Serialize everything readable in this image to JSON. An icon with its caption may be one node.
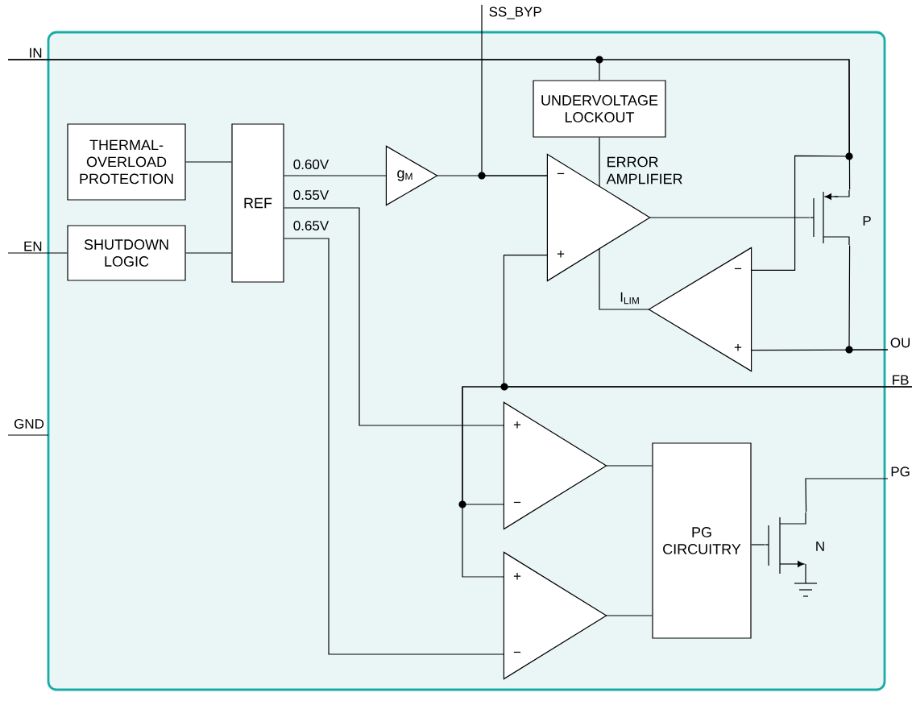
{
  "diagram": {
    "nodes": [
      {
        "text": [
          "THERMAL-OVERLOAD PROTECTION"
        ]
      },
      {
        "text": [
          "SHUTDOWN LOGIC"
        ]
      },
      {
        "text": [
          "REF"
        ]
      },
      {
        "text": [
          "g$_{M}$"
        ]
      },
      {
        "text": [
          "UNDERVOLTAGE LOCKOUT"
        ]
      },
      {
        "text": [
          "ERROR AMPLIFIER"
        ]
      },
      {
        "text": [],
        "shape": "triangle",
        "beside": [
          "I$_{LIM}$"
        ]
      },
      {
        "text": [],
        "shape": "transistor",
        "beside": [
          "P"
        ]
      },
      {
        "text": [],
        "shape": "triangle"
      },
      {
        "text": [],
        "shape": "triangle"
      },
      {
        "text": [
          "PG CIRCUITRY"
        ]
      },
      {
        "text": [],
        "shape": "transistor",
        "beside": [
          "N"
        ]
      },
      {
        "text": [
          "IN"
        ]
      },
      {
        "text": [
          "EN"
        ]
      },
      {
        "text": [
          "SS_BYP"
        ]
      },
      {
        "text": [
          "OU"
        ]
      },
      {
        "text": [
          "FB"
        ]
      },
      {
        "text": [
          "PG"
        ]
      }
    ],
    "edges": [
      {
        "from": 12,
        "to": 7,
        "arrow": "none"
      },
      {
        "from": 12,
        "to": 4,
        "arrow": "none"
      },
      {
        "from": 0,
        "to": 2,
        "arrow": "none"
      },
      {
        "from": 13,
        "to": 1,
        "arrow": "none"
      },
      {
        "from": 1,
        "to": 2,
        "arrow": "none"
      },
      {
        "from": 2,
        "to": 3,
        "arrow": "none",
        "label": "0.60V"
      },
      {
        "from": 3,
        "to": 5,
        "arrow": "none"
      },
      {
        "from": 14,
        "to": 5,
        "arrow": "none"
      },
      {
        "from": 4,
        "to": 5,
        "arrow": "none"
      },
      {
        "from": 5,
        "to": 7,
        "arrow": "none"
      },
      {
        "from": 6,
        "to": 5,
        "arrow": "none"
      },
      {
        "from": 7,
        "to": 15,
        "arrow": "none"
      },
      {
        "from": 12,
        "to": 6,
        "arrow": "none"
      },
      {
        "from": 15,
        "to": 6,
        "arrow": "none"
      },
      {
        "from": 2,
        "to": 8,
        "arrow": "none",
        "label": "0.55V"
      },
      {
        "from": 2,
        "to": 9,
        "arrow": "none",
        "label": "0.65V"
      },
      {
        "from": 16,
        "to": 5,
        "arrow": "none"
      },
      {
        "from": 16,
        "to": 8,
        "arrow": "none"
      },
      {
        "from": 16,
        "to": 9,
        "arrow": "none"
      },
      {
        "from": 8,
        "to": 10,
        "arrow": "none"
      },
      {
        "from": 9,
        "to": 10,
        "arrow": "none"
      },
      {
        "from": 10,
        "to": 11,
        "arrow": "none"
      },
      {
        "from": 11,
        "to": 17,
        "arrow": "none"
      }
    ],
    "labels": [
      "−",
      "+",
      "−",
      "+",
      "GND",
      "+",
      "−",
      "+",
      "−"
    ]
  }
}
